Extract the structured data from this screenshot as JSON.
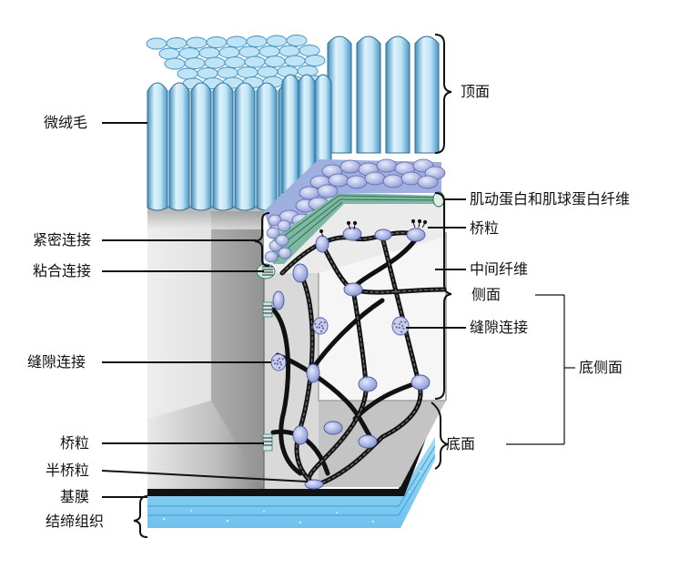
{
  "labels": {
    "microvilli": "微绒毛",
    "apical": "顶面",
    "actin_myosin": "肌动蛋白和肌球蛋白纤维",
    "tight_junction": "紧密连接",
    "desmosome_right": "桥粒",
    "adherens_junction": "粘合连接",
    "intermediate_filament": "中间纤维",
    "lateral": "侧面",
    "gap_junction_right": "缝隙连接",
    "basolateral": "底侧面",
    "gap_junction_left": "缝隙连接",
    "desmosome_left": "桥粒",
    "basal": "底面",
    "hemidesmosome": "半桥粒",
    "basement_membrane": "基膜",
    "connective_tissue": "结缔组织"
  },
  "colors": {
    "microvilli_light": "#dff2fb",
    "microvilli_mid": "#8fcbe8",
    "microvilli_dark": "#3f8fbf",
    "cell_gray": "#d6d6d6",
    "cell_gray_dark": "#9e9e9e",
    "filament": "#1a1a1a",
    "junction_lavender": "#aab3e6",
    "actin_green": "#6aa890",
    "connective": "#7fcaf0",
    "basement": "#111111"
  }
}
